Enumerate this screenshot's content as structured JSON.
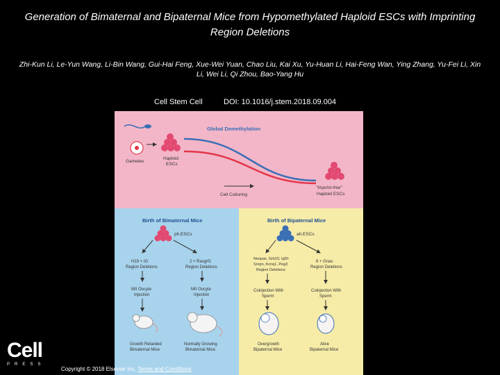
{
  "title": "Generation of Bimaternal and Bipaternal Mice from Hypomethylated Haploid ESCs with Imprinting Region Deletions",
  "authors": "Zhi-Kun Li, Le-Yun Wang, Li-Bin Wang, Gui-Hai Feng, Xue-Wei Yuan, Chao Liu, Kai Xu, Yu-Huan Li, Hai-Feng Wan, Ying Zhang, Yu-Fei Li, Xin Li, Wei Li, Qi Zhou, Bao-Yang Hu",
  "journal": "Cell Stem Cell",
  "doi": "DOI: 10.1016/j.stem.2018.09.004",
  "copyright": "Copyright © 2018 Elsevier Inc.",
  "terms_link": "Terms and Conditions",
  "logo": {
    "word": "Cell",
    "press": "PRESS"
  },
  "figure": {
    "top": {
      "global_demethylation": "Global Demethylation",
      "gametes": "Gametes",
      "haploid_escs_1": "Haploid",
      "haploid_escs_2": "ESCs",
      "cell_culturing": "Cell Culturing",
      "imprint_free_1": "\"Imprint-free\"",
      "imprint_free_2": "Haploid ESCs"
    },
    "left": {
      "heading": "Birth of Bimaternal Mice",
      "cells": "ph.ESCs",
      "a1": "H19 + IG",
      "a2": "Region Deletions",
      "b1": "2 + Rasgrf1",
      "b2": "Region Deletions",
      "c1": "MII Oocyte",
      "c2": "Injection",
      "d1": "MII Oocyte",
      "d2": "Injection",
      "e1": "Growth Retarded",
      "e2": "Bimaternal Mice",
      "f1": "Normally Growing",
      "f2": "Bimaternal Mice"
    },
    "right": {
      "heading": "Birth of Bipaternal Mice",
      "cells": "ah.ESCs",
      "a1": "Nespas, Grb10, Igf2r",
      "a2": "Snrpn, Kcnq1, Peg3",
      "a3": "Region Deletions",
      "b1": "6 + Gnas",
      "b2": "Region Deletions",
      "c1": "Coinjection With",
      "c2": "Sperm",
      "d1": "Coinjection With",
      "d2": "Sperm",
      "e1": "Overgrowth",
      "e2": "Bipaternal Mice",
      "f1": "Alive",
      "f2": "Bipaternal Mice"
    },
    "colors": {
      "top_bg": "#f3b6c8",
      "left_bg": "#a8d3ec",
      "right_bg": "#f6eca8",
      "curve_blue": "#3a6fb5",
      "curve_red": "#e2364a",
      "heading_blue": "#1f4f8f"
    }
  }
}
